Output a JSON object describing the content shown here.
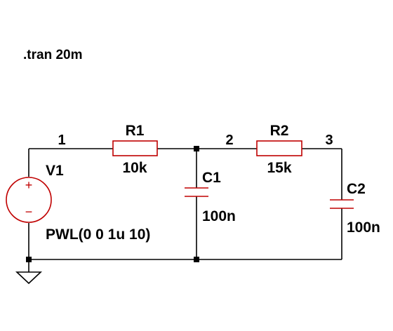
{
  "directive": ".tran 20m",
  "nets": {
    "n1": "1",
    "n2": "2",
    "n3": "3"
  },
  "components": {
    "V1": {
      "name": "V1",
      "value": "PWL(0 0 1u 10)",
      "plus": "+",
      "minus": "−"
    },
    "R1": {
      "name": "R1",
      "value": "10k"
    },
    "R2": {
      "name": "R2",
      "value": "15k"
    },
    "C1": {
      "name": "C1",
      "value": "100n"
    },
    "C2": {
      "name": "C2",
      "value": "100n"
    }
  },
  "colors": {
    "wire": "#000000",
    "component": "#c00000",
    "background": "#ffffff"
  },
  "icons": {
    "ground": "ground-icon",
    "source": "voltage-source-icon"
  }
}
